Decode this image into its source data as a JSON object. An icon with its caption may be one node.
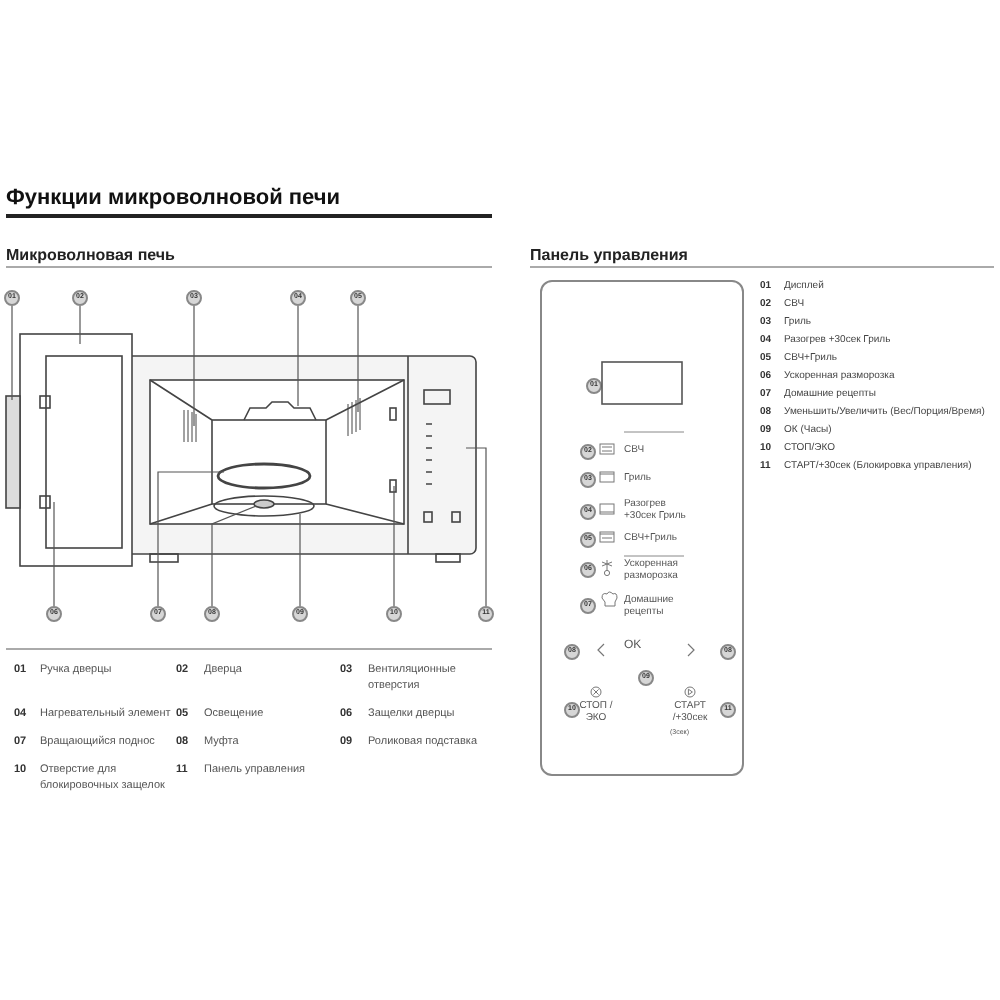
{
  "diagram": {
    "title": "Функции микроволновой печи",
    "nodes": [
      {
        "text": [
          "01"
        ]
      },
      {
        "text": [
          "02"
        ]
      },
      {
        "text": [
          "03"
        ]
      },
      {
        "text": [
          "04"
        ]
      },
      {
        "text": [
          "05"
        ]
      },
      {
        "text": [
          "06"
        ]
      },
      {
        "text": [
          "07"
        ]
      },
      {
        "text": [
          "08"
        ]
      },
      {
        "text": [
          "09"
        ]
      },
      {
        "text": [
          "10"
        ]
      },
      {
        "text": [
          "11"
        ]
      },
      {
        "text": [],
        "shape": "box"
      },
      {
        "text": [
          "01"
        ],
        "in": 11
      },
      {
        "text": [
          "02"
        ],
        "in": 11
      },
      {
        "text": [
          "03"
        ],
        "in": 11
      },
      {
        "text": [
          "04"
        ],
        "in": 11
      },
      {
        "text": [
          "05"
        ],
        "in": 11
      },
      {
        "text": [
          "06"
        ],
        "in": 11
      },
      {
        "text": [
          "07"
        ],
        "in": 11
      },
      {
        "text": [
          "08"
        ],
        "in": 11
      },
      {
        "text": [
          "08"
        ],
        "in": 11
      },
      {
        "text": [
          "09"
        ],
        "in": 11
      },
      {
        "text": [
          "10"
        ],
        "in": 11
      },
      {
        "text": [
          "11"
        ],
        "in": 11
      }
    ],
    "edges": [
      {
        "from": 0,
        "to": null,
        "arrow": "none"
      },
      {
        "from": 1,
        "to": null,
        "arrow": "none"
      },
      {
        "from": 2,
        "to": null,
        "arrow": "none"
      },
      {
        "from": 3,
        "to": null,
        "arrow": "none"
      },
      {
        "from": 4,
        "to": null,
        "arrow": "none"
      },
      {
        "from": 5,
        "to": null,
        "arrow": "none"
      },
      {
        "from": 6,
        "to": null,
        "arrow": "none"
      },
      {
        "from": 7,
        "to": null,
        "arrow": "none"
      },
      {
        "from": 8,
        "to": null,
        "arrow": "none"
      },
      {
        "from": 9,
        "to": null,
        "arrow": "none"
      },
      {
        "from": 10,
        "to": null,
        "arrow": "none"
      }
    ],
    "labels": [
      "Микроволновая печь",
      "Панель управления",
      "01",
      "Дисплей",
      "02",
      "СВЧ",
      "03",
      "Гриль",
      "04",
      "Разогрев +30сек Гриль",
      "05",
      "СВЧ+Гриль",
      "06",
      "Ускоренная разморозка",
      "07",
      "Домашние рецепты",
      "08",
      "Уменьшить/Увеличить (Вес/Порция/Время)",
      "09",
      "ОК (Часы)",
      "10",
      "СТОП/ЭКО",
      "11",
      "СТАРТ/+30сек (Блокировка управления)",
      "СВЧ",
      "Гриль",
      "Разогрев +30сек Гриль",
      "СВЧ+Гриль",
      "Ускоренная разморозка",
      "Домашние рецепты",
      "OK",
      "СТОП /ЭКО",
      "СТАРТ /+30сек",
      "(3сек)",
      "01",
      "Ручка дверцы",
      "02",
      "Дверца",
      "03",
      "Вентиляционные отверстия",
      "04",
      "Нагревательный элемент",
      "05",
      "Освещение",
      "06",
      "Защелки дверцы",
      "07",
      "Вращающийся поднос",
      "08",
      "Муфта",
      "09",
      "Роликовая подставка",
      "10",
      "Отверстие для блокировочных защелок",
      "11",
      "Панель управления"
    ]
  }
}
